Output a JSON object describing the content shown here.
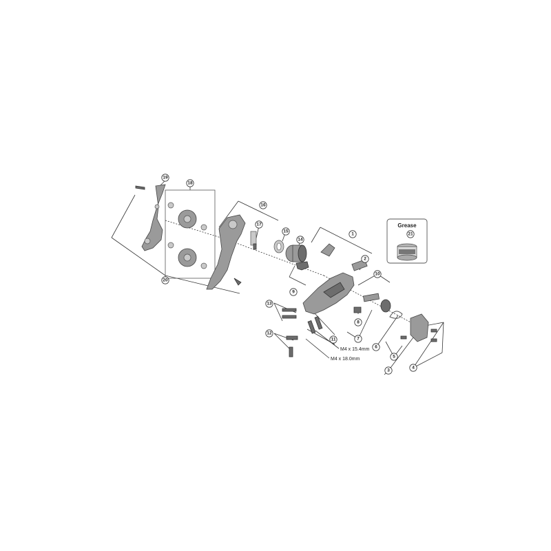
{
  "callouts": [
    "1",
    "2",
    "3",
    "4",
    "5",
    "6",
    "7",
    "8",
    "9",
    "10",
    "11",
    "12",
    "13",
    "14",
    "15",
    "16",
    "17",
    "18",
    "19",
    "20",
    "21"
  ],
  "specs": {
    "bolt_short": "M4 x 15.4mm",
    "bolt_long": "M4 x 18.0mm"
  },
  "grease": {
    "title": "Grease",
    "callout": "21"
  }
}
